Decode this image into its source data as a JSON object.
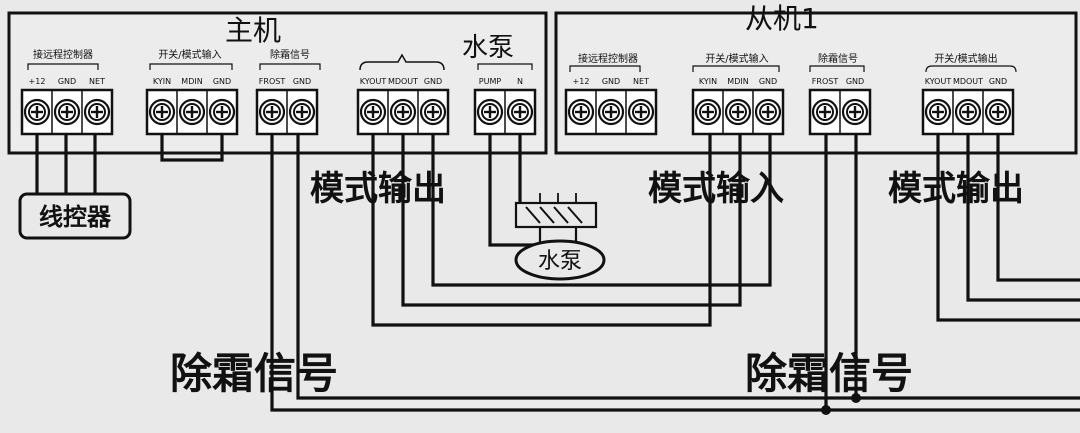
{
  "master": {
    "title": "主机",
    "remote_label": "接远程控制器",
    "remote_terminals": [
      "+12",
      "GND",
      "NET"
    ],
    "switch_label": "开关/模式输入",
    "switch_terminals": [
      "KYIN",
      "MDIN",
      "GND"
    ],
    "defrost_label": "除霜信号",
    "defrost_terminals": [
      "FROST",
      "GND"
    ],
    "mode_out_terminals": [
      "KYOUT",
      "MDOUT",
      "GND"
    ],
    "pump_label": "水泵",
    "pump_terminals": [
      "PUMP",
      "N"
    ]
  },
  "slave": {
    "title": "从机1",
    "remote_label": "接远程控制器",
    "remote_terminals": [
      "+12",
      "GND",
      "NET"
    ],
    "switch_label": "开关/模式输入",
    "switch_terminals": [
      "KYIN",
      "MDIN",
      "GND"
    ],
    "defrost_label": "除霜信号",
    "defrost_terminals": [
      "FROST",
      "GND"
    ],
    "mode_out_label": "开关/模式输出",
    "mode_out_terminals": [
      "KYOUT",
      "MDOUT",
      "GND"
    ]
  },
  "labels": {
    "wire_controller": "线控器",
    "mode_output": "模式输出",
    "mode_input": "模式输入",
    "mode_output_right": "模式输出",
    "pump": "水泵",
    "defrost_left": "除霜信号",
    "defrost_right": "除霜信号"
  }
}
